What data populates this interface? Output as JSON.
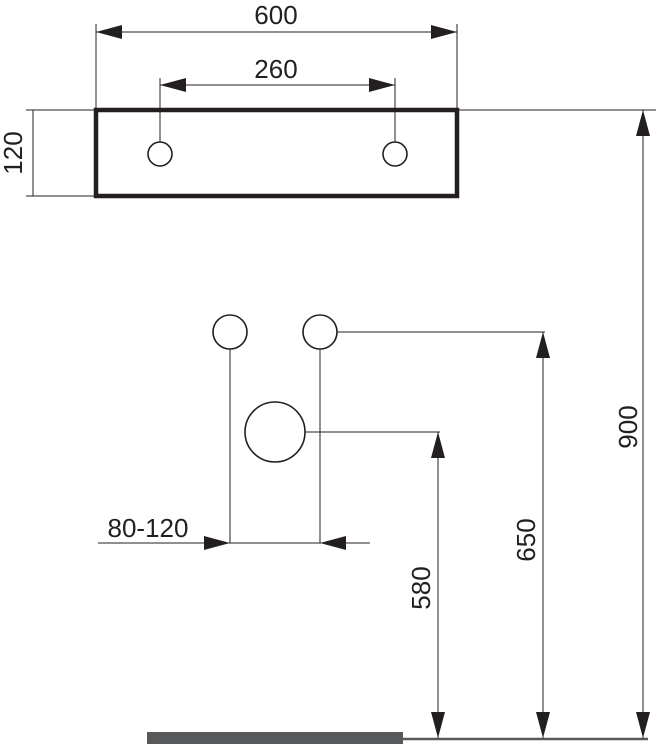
{
  "dimensions": {
    "overall_width": "600",
    "hole_spacing": "260",
    "depth": "120",
    "total_height": "900",
    "water_supply_height": "650",
    "drain_height": "580",
    "supply_spacing": "80-120"
  },
  "colors": {
    "line": "#231f20",
    "floor": "#58595b"
  }
}
